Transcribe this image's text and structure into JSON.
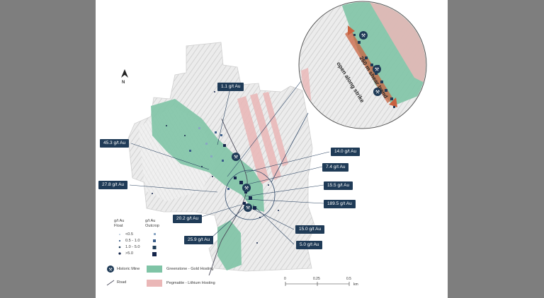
{
  "map": {
    "north_label": "N",
    "callouts": [
      {
        "id": "c1",
        "text": "1.1 g/t Au"
      },
      {
        "id": "c2",
        "text": "45.3 g/t Au"
      },
      {
        "id": "c3",
        "text": "14.0 g/t Au"
      },
      {
        "id": "c4",
        "text": "7.4 g/t Au"
      },
      {
        "id": "c5",
        "text": "27.8 g/t Au"
      },
      {
        "id": "c6",
        "text": "15.5 g/t Au"
      },
      {
        "id": "c7",
        "text": "189.5 g/t Au"
      },
      {
        "id": "c8",
        "text": "20.2 g/t Au"
      },
      {
        "id": "c9",
        "text": "15.0 g/t Au"
      },
      {
        "id": "c10",
        "text": "25.9 g/t Au"
      },
      {
        "id": "c11",
        "text": "5.0 g/t Au"
      }
    ],
    "inset": {
      "label_trend": "260 m shear trend",
      "label_strike": "open along strike"
    },
    "legend": {
      "float_header": "g/t Au\nFloat",
      "outcrop_header": "g/t Au\nOutcrop",
      "ranges": [
        "<0.5",
        "0.5 - 1.0",
        "1.0 - 5.0",
        ">5.0"
      ],
      "historic_mine": "Historic Mine",
      "road": "Road",
      "greenstone": "Greenstone - Gold Hosting",
      "pegmatite": "Pegmatite - Lithium Hosting"
    },
    "scale": {
      "ticks": [
        "0",
        "0.25",
        "0.5"
      ],
      "unit": "km"
    },
    "colors": {
      "greenstone": "#7fc4a6",
      "pegmatite": "#eab7b7",
      "callout_bg": "#1f3b57",
      "sample_dark": "#14244a",
      "sample_mid": "#3b5e8a",
      "sample_light": "#8aa6c4",
      "shear_arrow": "#c9623f"
    }
  }
}
